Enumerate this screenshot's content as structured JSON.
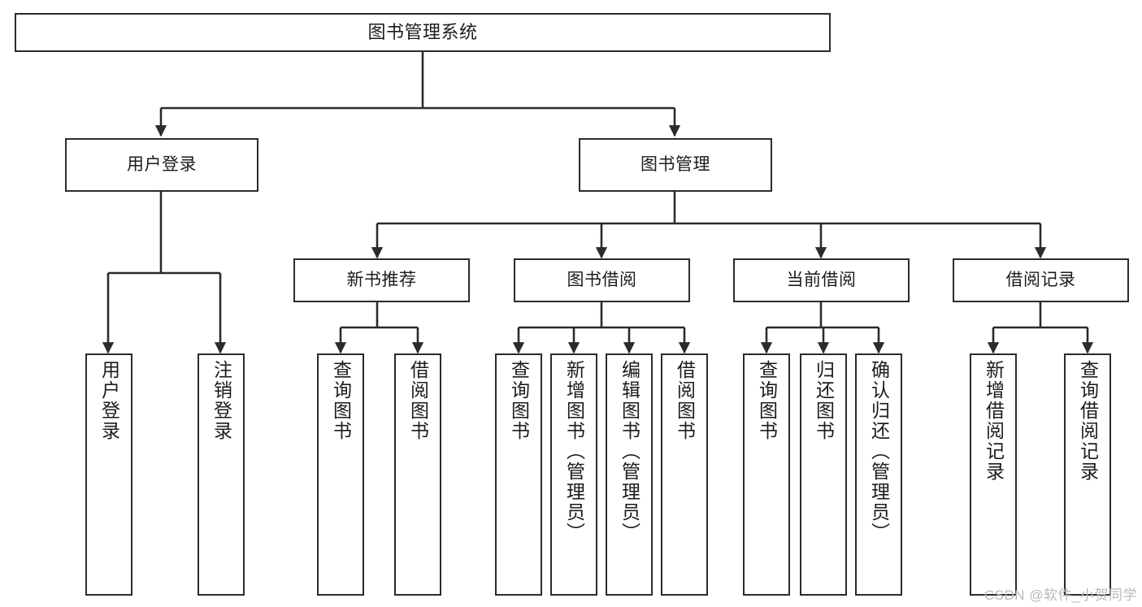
{
  "diagram": {
    "title": "图书管理系统",
    "type": "tree",
    "watermark": "CSDN @软件_小贺同学",
    "colors": {
      "stroke": "#2b2b2b",
      "fill": "#ffffff",
      "text": "#1c1c1c",
      "watermark": "#b9b9b9"
    },
    "root": {
      "id": "root",
      "label": "图书管理系统"
    },
    "level1": [
      {
        "id": "user-login",
        "label": "用户登录"
      },
      {
        "id": "book-manage",
        "label": "图书管理"
      }
    ],
    "level2": [
      {
        "id": "new-book-rec",
        "label": "新书推荐",
        "parent": "book-manage"
      },
      {
        "id": "book-borrow",
        "label": "图书借阅",
        "parent": "book-manage"
      },
      {
        "id": "current-borrow",
        "label": "当前借阅",
        "parent": "book-manage"
      },
      {
        "id": "borrow-record",
        "label": "借阅记录",
        "parent": "book-manage"
      }
    ],
    "leaves": [
      {
        "id": "leaf-user-login",
        "label": "用户登录",
        "parent": "user-login"
      },
      {
        "id": "leaf-user-logout",
        "label": "注销登录",
        "parent": "user-login"
      },
      {
        "id": "leaf-query-book-1",
        "label": "查询图书",
        "parent": "new-book-rec"
      },
      {
        "id": "leaf-borrow-book-1",
        "label": "借阅图书",
        "parent": "new-book-rec"
      },
      {
        "id": "leaf-query-book-2",
        "label": "查询图书",
        "parent": "book-borrow"
      },
      {
        "id": "leaf-add-book",
        "label": "新增图书（管理员）",
        "parent": "book-borrow"
      },
      {
        "id": "leaf-edit-book",
        "label": "编辑图书（管理员）",
        "parent": "book-borrow"
      },
      {
        "id": "leaf-borrow-book-2",
        "label": "借阅图书",
        "parent": "book-borrow"
      },
      {
        "id": "leaf-query-book-3",
        "label": "查询图书",
        "parent": "current-borrow"
      },
      {
        "id": "leaf-return-book",
        "label": "归还图书",
        "parent": "current-borrow"
      },
      {
        "id": "leaf-confirm-return",
        "label": "确认归还（管理员）",
        "parent": "current-borrow"
      },
      {
        "id": "leaf-add-record",
        "label": "新增借阅记录",
        "parent": "borrow-record"
      },
      {
        "id": "leaf-query-record",
        "label": "查询借阅记录",
        "parent": "borrow-record"
      }
    ]
  }
}
